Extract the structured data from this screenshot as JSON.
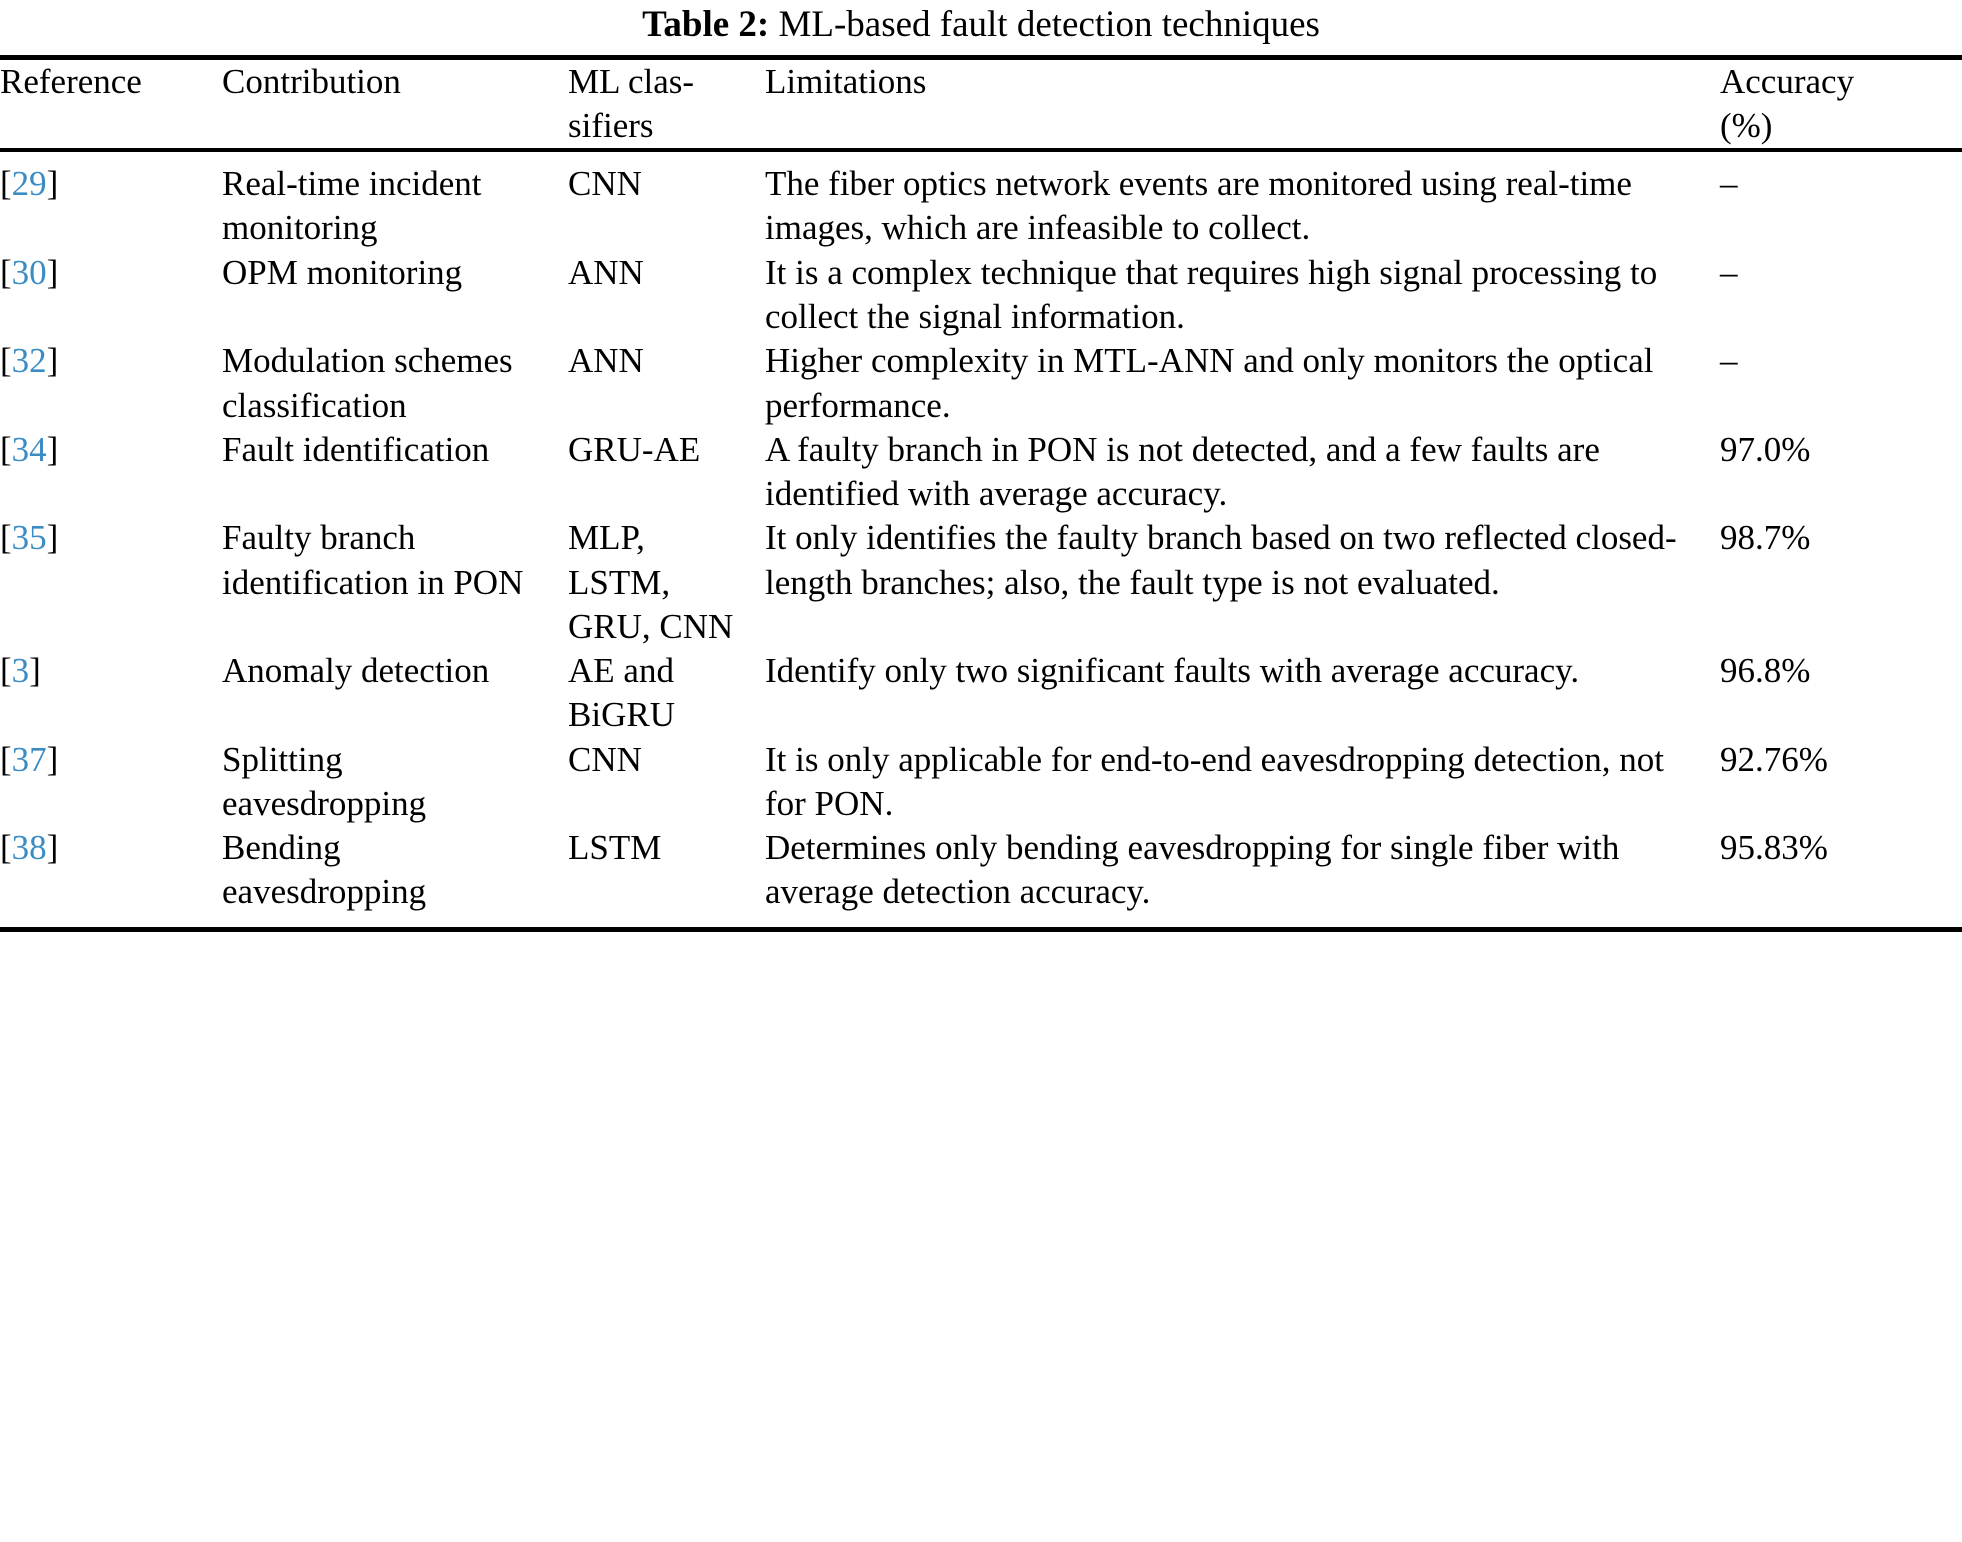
{
  "caption": {
    "label": "Table 2:",
    "text": "ML-based fault detection techniques"
  },
  "colors": {
    "reference_link": "#3c8cc4",
    "text": "#000000",
    "rule": "#000000",
    "background": "#ffffff"
  },
  "table": {
    "headers": {
      "reference": "Reference",
      "contribution": "Contribution",
      "ml_classifiers_line1": "ML clas-",
      "ml_classifiers_line2": "sifiers",
      "limitations": "Limitations",
      "accuracy_line1": "Accuracy",
      "accuracy_line2": "(%)"
    },
    "rows": [
      {
        "ref_open": "[",
        "ref_num": "29",
        "ref_close": "]",
        "contribution": "Real-time incident monitoring",
        "ml_classifiers": "CNN",
        "limitations": "The fiber optics network events are monitored using real-time images, which are infeasible to collect.",
        "accuracy": "–"
      },
      {
        "ref_open": "[",
        "ref_num": "30",
        "ref_close": "]",
        "contribution": "OPM monitoring",
        "ml_classifiers": "ANN",
        "limitations": "It is a complex technique that requires high signal processing to collect the signal information.",
        "accuracy": "–"
      },
      {
        "ref_open": "[",
        "ref_num": "32",
        "ref_close": "]",
        "contribution": "Modulation schemes classification",
        "ml_classifiers": "ANN",
        "limitations": "Higher complexity in MTL-ANN and only monitors the optical performance.",
        "accuracy": "–"
      },
      {
        "ref_open": "[",
        "ref_num": "34",
        "ref_close": "]",
        "contribution": "Fault identification",
        "ml_classifiers": "GRU-AE",
        "limitations": "A faulty branch in PON is not detected, and a few faults are identified with average accuracy.",
        "accuracy": "97.0%"
      },
      {
        "ref_open": "[",
        "ref_num": "35",
        "ref_close": "]",
        "contribution": "Faulty branch identification in PON",
        "ml_classifiers": "MLP, LSTM, GRU, CNN",
        "limitations": "It only identifies the faulty branch based on two reflected closed-length branches; also, the fault type is not evaluated.",
        "accuracy": "98.7%"
      },
      {
        "ref_open": "[",
        "ref_num": "3",
        "ref_close": "]",
        "contribution": "Anomaly detection",
        "ml_classifiers": "AE and BiGRU",
        "limitations": "Identify only two significant faults with average accuracy.",
        "accuracy": "96.8%"
      },
      {
        "ref_open": "[",
        "ref_num": "37",
        "ref_close": "]",
        "contribution": "Splitting eavesdropping",
        "ml_classifiers": "CNN",
        "limitations": "It is only applicable for end-to-end eavesdropping detection, not for PON.",
        "accuracy": "92.76%"
      },
      {
        "ref_open": "[",
        "ref_num": "38",
        "ref_close": "]",
        "contribution": "Bending eavesdropping",
        "ml_classifiers": "LSTM",
        "limitations": "Determines only bending eavesdropping for single fiber with average detection accuracy.",
        "accuracy": "95.83%"
      }
    ]
  }
}
